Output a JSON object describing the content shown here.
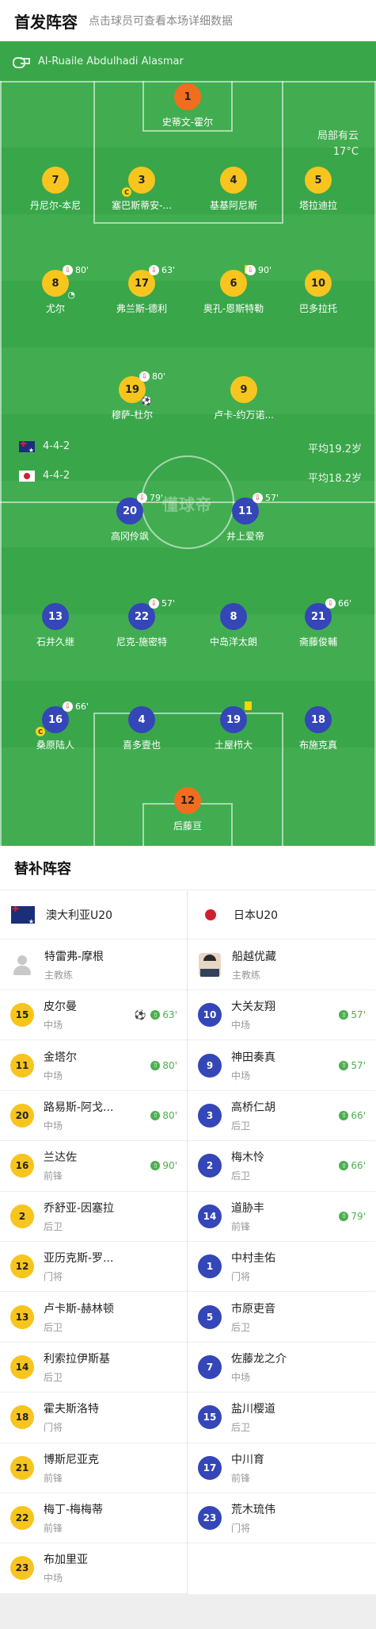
{
  "header": {
    "title": "首发阵容",
    "hint": "点击球员可查看本场详细数据"
  },
  "referee": {
    "icon": "whistle-icon",
    "name": "Al-Ruaile Abdulhadi Alasmar"
  },
  "weather": {
    "condition": "局部有云",
    "temperature": "17°C"
  },
  "watermark": "懂球帝",
  "home": {
    "flag": "australia-flag",
    "formation": "4-4-2",
    "avg_age": "平均19.2岁",
    "players": [
      {
        "num": "1",
        "name": "史蒂文-霍尔",
        "color": "orange"
      },
      {
        "num": "7",
        "name": "丹尼尔-本尼",
        "color": "yellow"
      },
      {
        "num": "3",
        "name": "塞巴斯蒂安-...",
        "color": "yellow",
        "captain": true
      },
      {
        "num": "4",
        "name": "基基阿尼斯",
        "color": "yellow"
      },
      {
        "num": "5",
        "name": "塔拉迪拉",
        "color": "yellow"
      },
      {
        "num": "8",
        "name": "尤尔",
        "color": "yellow",
        "sub_off": "80'",
        "second": true
      },
      {
        "num": "17",
        "name": "弗兰斯-德利",
        "color": "yellow",
        "sub_off": "63'"
      },
      {
        "num": "6",
        "name": "奥孔-恩斯特勒",
        "color": "yellow",
        "sub_off": "90'",
        "yellow_card": true
      },
      {
        "num": "10",
        "name": "巴多拉托",
        "color": "yellow"
      },
      {
        "num": "19",
        "name": "穆萨-杜尔",
        "color": "yellow",
        "sub_off": "80'",
        "goal": true
      },
      {
        "num": "9",
        "name": "卢卡-约万诺...",
        "color": "yellow"
      }
    ]
  },
  "away": {
    "flag": "japan-flag",
    "formation": "4-4-2",
    "avg_age": "平均18.2岁",
    "players": [
      {
        "num": "20",
        "name": "高冈伶飒",
        "color": "blue",
        "sub_off": "79'"
      },
      {
        "num": "11",
        "name": "井上爱帝",
        "color": "blue",
        "sub_off": "57'"
      },
      {
        "num": "13",
        "name": "石井久继",
        "color": "blue"
      },
      {
        "num": "22",
        "name": "尼克-施密特",
        "color": "blue",
        "sub_off": "57'"
      },
      {
        "num": "8",
        "name": "中岛洋太朗",
        "color": "blue"
      },
      {
        "num": "21",
        "name": "斋藤俊輔",
        "color": "blue",
        "sub_off": "66'"
      },
      {
        "num": "16",
        "name": "桑原陆人",
        "color": "blue",
        "sub_off": "66'",
        "captain": true
      },
      {
        "num": "4",
        "name": "喜多壹也",
        "color": "blue"
      },
      {
        "num": "19",
        "name": "土屋栉大",
        "color": "blue",
        "yellow_card": true
      },
      {
        "num": "18",
        "name": "布施克真",
        "color": "blue"
      },
      {
        "num": "12",
        "name": "后藤亘",
        "color": "orange"
      }
    ]
  },
  "subs": {
    "title": "替补阵容",
    "home": {
      "team": "澳大利亚U20",
      "coach": {
        "name": "特雷弗-摩根",
        "role": "主教练"
      },
      "players": [
        {
          "num": "15",
          "name": "皮尔曼",
          "pos": "中场",
          "sub_in": "63'",
          "goal": true
        },
        {
          "num": "11",
          "name": "金塔尔",
          "pos": "中场",
          "sub_in": "80'"
        },
        {
          "num": "20",
          "name": "路易斯-阿戈...",
          "pos": "中场",
          "sub_in": "80'"
        },
        {
          "num": "16",
          "name": "兰达佐",
          "pos": "前锋",
          "sub_in": "90'"
        },
        {
          "num": "2",
          "name": "乔舒亚-因塞拉",
          "pos": "后卫"
        },
        {
          "num": "12",
          "name": "亚历克斯-罗...",
          "pos": "门将"
        },
        {
          "num": "13",
          "name": "卢卡斯-赫林顿",
          "pos": "后卫"
        },
        {
          "num": "14",
          "name": "利索拉伊斯基",
          "pos": "后卫"
        },
        {
          "num": "18",
          "name": "霍夫斯洛特",
          "pos": "门将"
        },
        {
          "num": "21",
          "name": "博斯尼亚克",
          "pos": "前锋"
        },
        {
          "num": "22",
          "name": "梅丁-梅梅蒂",
          "pos": "前锋"
        },
        {
          "num": "23",
          "name": "布加里亚",
          "pos": "中场"
        }
      ]
    },
    "away": {
      "team": "日本U20",
      "coach": {
        "name": "船越优藏",
        "role": "主教练"
      },
      "players": [
        {
          "num": "10",
          "name": "大关友翔",
          "pos": "中场",
          "sub_in": "57'"
        },
        {
          "num": "9",
          "name": "神田奏真",
          "pos": "中场",
          "sub_in": "57'"
        },
        {
          "num": "3",
          "name": "高桥仁胡",
          "pos": "后卫",
          "sub_in": "66'"
        },
        {
          "num": "2",
          "name": "梅木怜",
          "pos": "后卫",
          "sub_in": "66'"
        },
        {
          "num": "14",
          "name": "道胁丰",
          "pos": "前锋",
          "sub_in": "79'"
        },
        {
          "num": "1",
          "name": "中村圭佑",
          "pos": "门将"
        },
        {
          "num": "5",
          "name": "市原吏音",
          "pos": "后卫"
        },
        {
          "num": "7",
          "name": "佐藤龙之介",
          "pos": "中场"
        },
        {
          "num": "15",
          "name": "盐川樱道",
          "pos": "后卫"
        },
        {
          "num": "17",
          "name": "中川育",
          "pos": "前锋"
        },
        {
          "num": "23",
          "name": "荒木琉伟",
          "pos": "门将"
        }
      ]
    }
  }
}
